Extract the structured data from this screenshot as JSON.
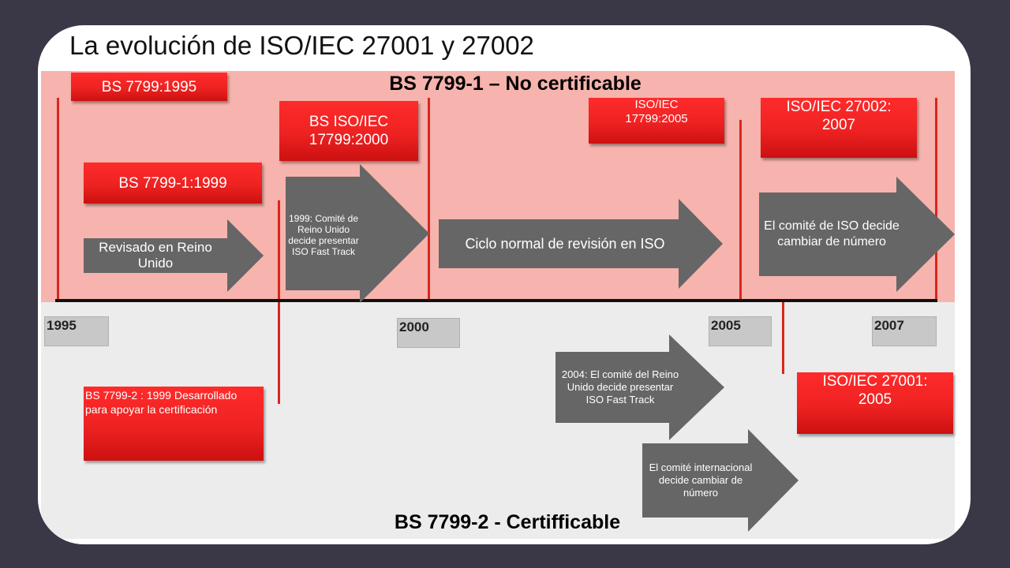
{
  "title": "La evolución de ISO/IEC 27001 y 27002",
  "bands": {
    "top_title": "BS 7799-1 – No certificable",
    "bottom_title": "BS 7799-2 - Certifficable"
  },
  "colors": {
    "top_band": "#f7b3ad",
    "bottom_band": "#ececec",
    "red_box": "#ee2222",
    "arrow": "#666666",
    "milestone_line": "#d9261c"
  },
  "boxes": {
    "bs7799_1995": "BS 7799:1995",
    "bs7799_1_1999": "BS 7799-1:1999",
    "bs_iso_iec_17799_2000": "BS ISO/IEC 17799:2000",
    "iso_iec_17799_2005": "ISO/IEC 17799:2005",
    "iso_iec_27002_2007": "ISO/IEC 27002: 2007",
    "bs7799_2_1999": "BS 7799-2 : 1999 Desarrollado para apoyar la certificación",
    "iso_iec_27001_2005": "ISO/IEC  27001: 2005"
  },
  "arrows": {
    "revisado": "Revisado en Reino Unido",
    "comite_1999": "1999: Comité de Reino Unido decide presentar ISO Fast Track",
    "ciclo_normal": "Ciclo normal de revisión en ISO",
    "comite_iso_numero": "El comité de ISO decide cambiar de número",
    "comite_2004": "2004: El comité del Reino Unido decide presentar ISO Fast Track",
    "comite_internacional": "El comité internacional decide cambiar de número"
  },
  "years": {
    "y1995": "1995",
    "y2000": "2000",
    "y2005": "2005",
    "y2007": "2007"
  }
}
